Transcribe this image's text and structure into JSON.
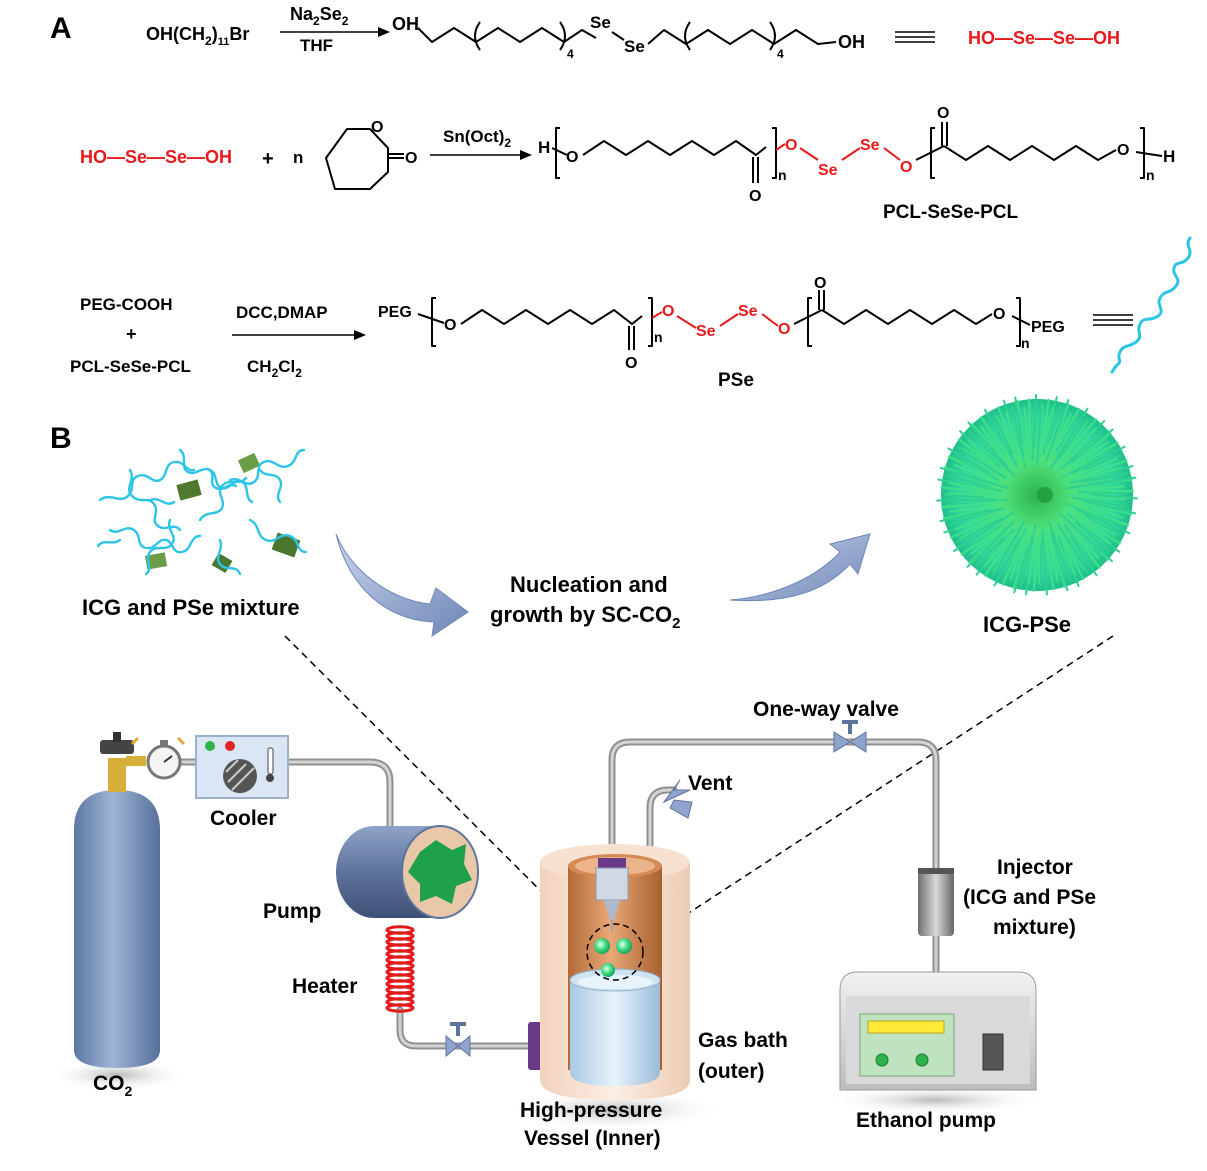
{
  "panel_a": {
    "label": "A",
    "row1": {
      "reactant": "OH",
      "reactant_chain": "(CH",
      "reactant_sub2": "2",
      "reactant_close": ")",
      "reactant_sub11": "11",
      "reactant_end": "Br",
      "reagent_top": "Na",
      "reagent_top_sub": "2",
      "reagent_top_se": "Se",
      "reagent_top_sub2": "2",
      "reagent_bottom": "THF",
      "product_oh_left": "OH",
      "product_se1": "Se",
      "product_se2": "Se",
      "product_sub4_left": "4",
      "product_sub4_right": "4",
      "product_oh_right": "OH",
      "equiv": "≡",
      "short": "HO—Se—Se—OH"
    },
    "row2": {
      "diol": "HO—Se—Se—OH",
      "plus": "+",
      "n": "n",
      "ring_o": "O",
      "ring_carbonyl_o": "O",
      "reagent": "Sn(Oct)",
      "reagent_sub": "2",
      "h_left": "H",
      "o1": "O",
      "carbonyl_o_left": "O",
      "n_left": "n",
      "o2": "O",
      "se1": "Se",
      "se2": "Se",
      "o3": "O",
      "carbonyl_o_right": "O",
      "o4": "O",
      "n_right": "n",
      "h_right": "H",
      "name": "PCL-SeSe-PCL"
    },
    "row3": {
      "reactant1": "PEG-COOH",
      "plus": "+",
      "reactant2": "PCL-SeSe-PCL",
      "reagent_top": "DCC,DMAP",
      "reagent_bottom": "CH",
      "reagent_bottom_sub": "2",
      "reagent_bottom_cl": "Cl",
      "reagent_bottom_sub2": "2",
      "peg_left": "PEG",
      "o1": "O",
      "carbonyl_o_left": "O",
      "n_left": "n",
      "o2": "O",
      "se1": "Se",
      "se2": "Se",
      "o3": "O",
      "carbonyl_o_right": "O",
      "o4": "O",
      "n_right": "n",
      "peg_right": "PEG",
      "equiv": "≡",
      "name": "PSe"
    }
  },
  "panel_b": {
    "label": "B",
    "mixture_label": "ICG and PSe mixture",
    "process_line1": "Nucleation and",
    "process_line2": "growth by SC-CO",
    "process_sub": "2",
    "product_label": "ICG-PSe",
    "apparatus": {
      "co2": "CO",
      "co2_sub": "2",
      "cooler": "Cooler",
      "pump": "Pump",
      "heater": "Heater",
      "vessel_line1": "High-pressure",
      "vessel_line2": "Vessel (Inner)",
      "gas_bath_line1": "Gas bath",
      "gas_bath_line2": "(outer)",
      "vent": "Vent",
      "one_way_valve": "One-way valve",
      "injector_line1": "Injector",
      "injector_line2": "(ICG and PSe",
      "injector_line3": "mixture)",
      "ethanol_pump": "Ethanol pump"
    }
  },
  "colors": {
    "selenium_red": "#e8191b",
    "polymer_cyan": "#2ec4e6",
    "arrow_blue": "#8ea4cf",
    "cylinder_blue": "#7f98c0",
    "icg_green": "#5a8c3a",
    "particle_green": "#3fd98a"
  }
}
